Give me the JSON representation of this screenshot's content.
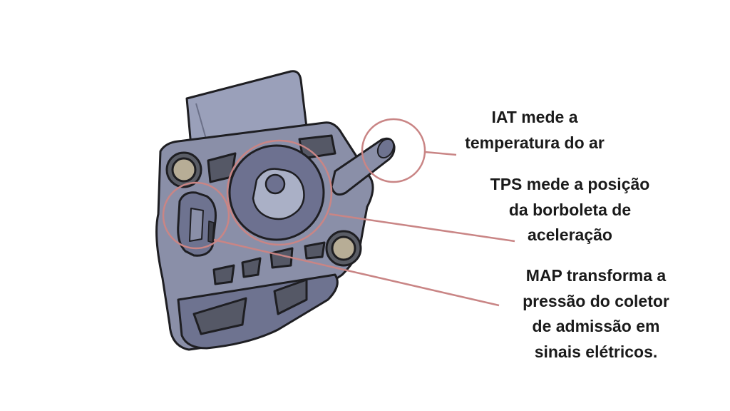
{
  "callouts": {
    "iat": {
      "lines": [
        "IAT mede a",
        "temperatura do ar"
      ]
    },
    "tps": {
      "lines": [
        "TPS mede a posição",
        "da borboleta de",
        "aceleração"
      ]
    },
    "map": {
      "lines": [
        "MAP transforma a",
        "pressão do coletor",
        "de admissão em",
        "sinais elétricos."
      ]
    }
  },
  "colors": {
    "highlight_circle": "#c98585",
    "leader_line": "#c98585",
    "sensor_body": "#8a8fa8",
    "sensor_dark": "#555866",
    "outline": "#1e1e22"
  }
}
